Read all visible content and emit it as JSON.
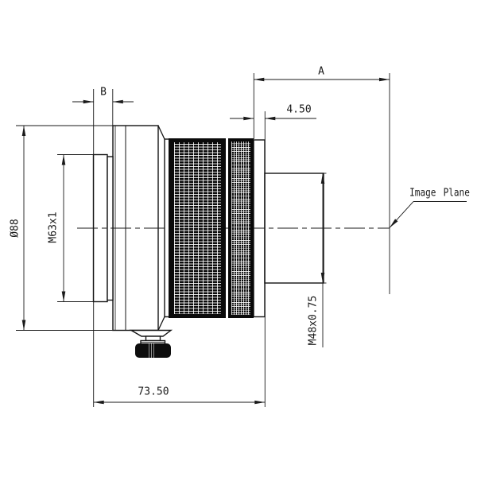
{
  "drawing": {
    "kind": "lens side-elevation technical drawing",
    "background": "#ffffff",
    "line_color": "#1a1a1a",
    "labels": {
      "dim_a": "A",
      "dim_b": "B",
      "back_flange_length": "4.50",
      "barrel_length": "73.50",
      "front_diameter": "Ø88",
      "front_thread": "M63x1",
      "rear_thread": "M48x0.75",
      "image_plane": "Image Plane"
    }
  }
}
